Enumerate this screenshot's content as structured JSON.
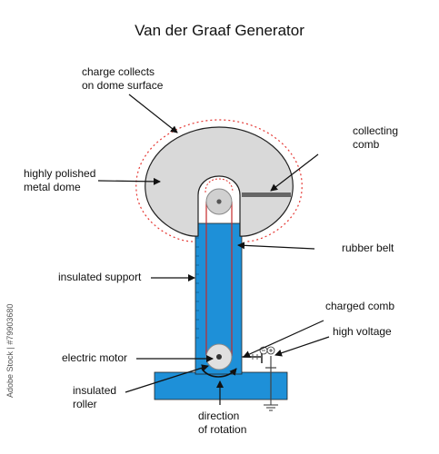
{
  "title": "Van der Graaf Generator",
  "stock_id": "Adobe Stock | #79903680",
  "labels": {
    "charge_collects": [
      "charge collects",
      "on dome surface"
    ],
    "collecting_comb": [
      "collecting",
      "comb"
    ],
    "polished_dome": [
      "highly polished",
      "metal dome"
    ],
    "rubber_belt": "rubber belt",
    "insulated_support": "insulated support",
    "charged_comb": "charged comb",
    "high_voltage": "high voltage",
    "electric_motor": "electric motor",
    "insulated_roller": [
      "insulated",
      "roller"
    ],
    "rotation": [
      "direction",
      "of rotation"
    ]
  },
  "colors": {
    "dome_fill": "#d9d9d9",
    "dome_outline": "#222222",
    "charge_marks": "#e53935",
    "support_fill": "#1e90d8",
    "belt": "#c62828",
    "comb": "#666666"
  }
}
